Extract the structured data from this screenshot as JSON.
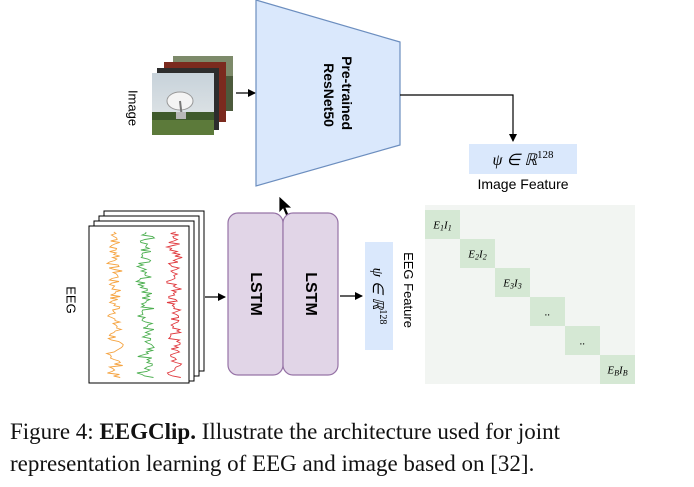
{
  "image_label": "Image",
  "resnet_label_line1": "Pre-trained",
  "resnet_label_line2": "ResNet50",
  "image_feature_math": "ψ ∈ ℝ",
  "image_feature_sup": "128",
  "image_feature_label": "Image Feature",
  "eeg_label": "EEG",
  "lstm_label": "LSTM",
  "eeg_feature_math": "ψ ∈ ℝ",
  "eeg_feature_sup": "128",
  "eeg_feature_label": "EEG Feature",
  "matrix_cells": [
    {
      "base": "E",
      "sub1": "1",
      "base2": "I",
      "sub2": "1"
    },
    {
      "base": "E",
      "sub1": "2",
      "base2": "I",
      "sub2": "2"
    },
    {
      "base": "E",
      "sub1": "3",
      "base2": "I",
      "sub2": "3"
    },
    {
      "base": "..",
      "sub1": "",
      "base2": "",
      "sub2": ""
    },
    {
      "base": "..",
      "sub1": "",
      "base2": "",
      "sub2": ""
    },
    {
      "base": "E",
      "sub1": "B",
      "base2": "I",
      "sub2": "B"
    }
  ],
  "caption": {
    "prefix": "Figure 4: ",
    "bold": "EEGClip.",
    "text": " Illustrate the architecture used for joint representation learning of EEG and image based on [32]."
  },
  "colors": {
    "resnet_fill": "#dae8fc",
    "resnet_stroke": "#6c8ebf",
    "lstm_fill": "#e1d5e7",
    "lstm_stroke": "#9673a6",
    "feature_fill": "#dae8fc",
    "matrix_bg": "#f2f5f2",
    "matrix_diag": "#d5e8d4",
    "eeg_orange": "#f5a340",
    "eeg_green": "#4caf50",
    "eeg_red": "#e0393e"
  }
}
